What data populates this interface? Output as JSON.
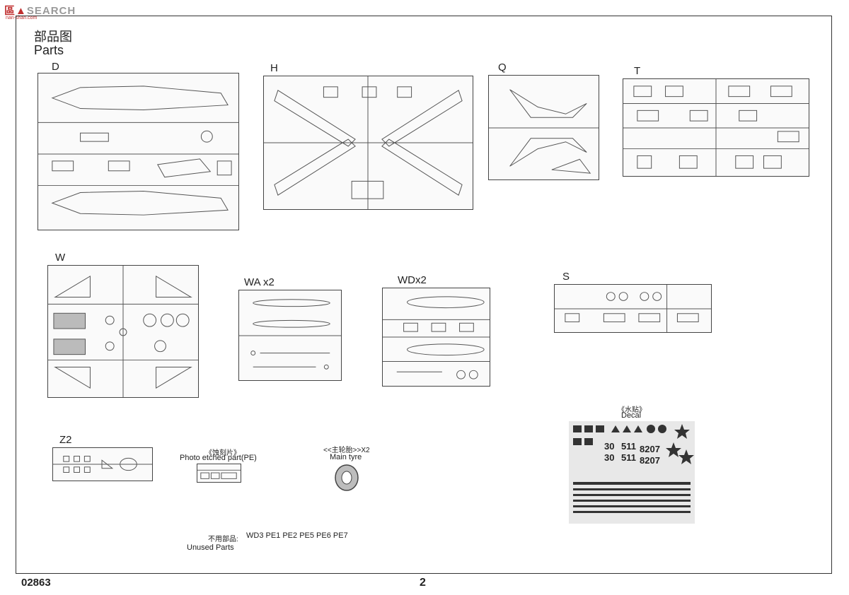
{
  "watermark": {
    "logo_prefix": "區",
    "logo_hint": "▲",
    "logo_suffix": "SEARCH",
    "url": "nan-shan.com"
  },
  "page": {
    "title_cn": "部品图",
    "title_en": "Parts",
    "code": "02863",
    "page_number": "2"
  },
  "sprues": {
    "D": "D",
    "H": "H",
    "Q": "Q",
    "T": "T",
    "W": "W",
    "WA": "WA x2",
    "WD": "WDx2",
    "S": "S",
    "Z2": "Z2"
  },
  "pe": {
    "label_cn": "《蚀刻片》",
    "label_en": "Photo etched part(PE)"
  },
  "tyre": {
    "label_cn": "<<主轮胎>>X2",
    "label_en": "Main tyre"
  },
  "decal": {
    "label_cn": "《水贴》",
    "label_en": "Decal",
    "nums": [
      "30",
      "511",
      "8207"
    ]
  },
  "unused": {
    "label_cn": "不用部品:",
    "parts": "WD3 PE1 PE2 PE5 PE6 PE7",
    "label_en": "Unused Parts"
  },
  "colors": {
    "line": "#444444",
    "decal_bg": "#e8e8e8",
    "watermark_red": "#c03030"
  }
}
